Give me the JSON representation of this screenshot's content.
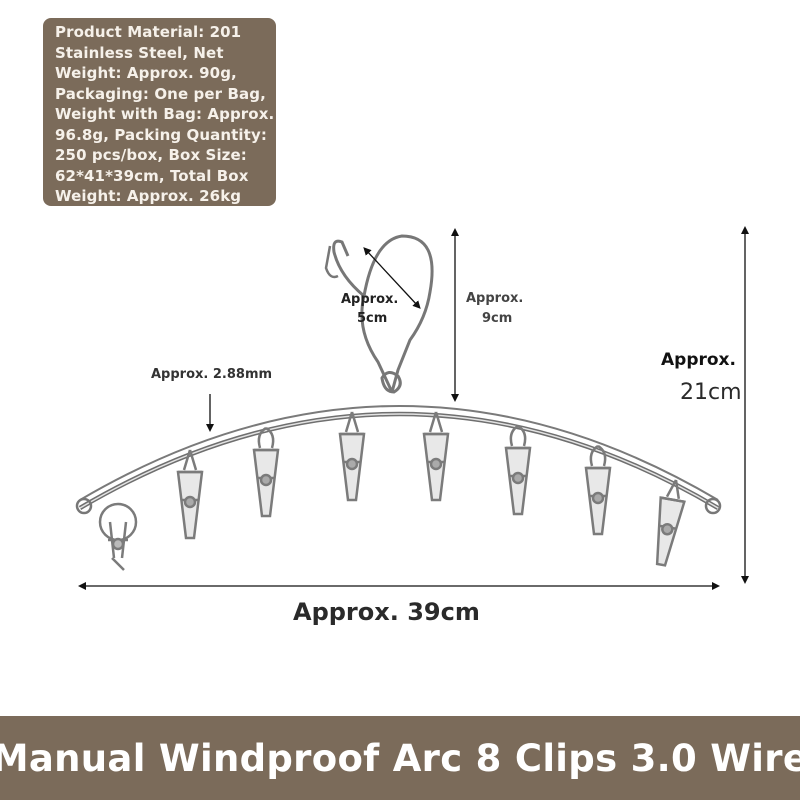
{
  "specs": {
    "lines": [
      "Product Material: 201",
      "Stainless Steel, Net",
      "Weight: Approx. 90g,",
      "Packaging: One per Bag,",
      "Weight with Bag: Approx.",
      "96.8g, Packing Quantity:",
      "250 pcs/box, Box Size:",
      "62*41*39cm, Total Box",
      "Weight: Approx. 26kg"
    ]
  },
  "dimensions": {
    "hook_diameter": {
      "line1": "Approx.",
      "line2": "5cm"
    },
    "hook_height": {
      "line1": "Approx.",
      "line2": "9cm"
    },
    "wire": "Approx. 2.88mm",
    "total_height": {
      "line1": "Approx.",
      "line2": "21cm"
    },
    "width": "Approx. 39cm"
  },
  "banner": {
    "title": "Manual Windproof Arc 8 Clips 3.0 Wire"
  },
  "colors": {
    "brown_panel": "#7b6b5a",
    "steel": "#9a9a9a"
  }
}
